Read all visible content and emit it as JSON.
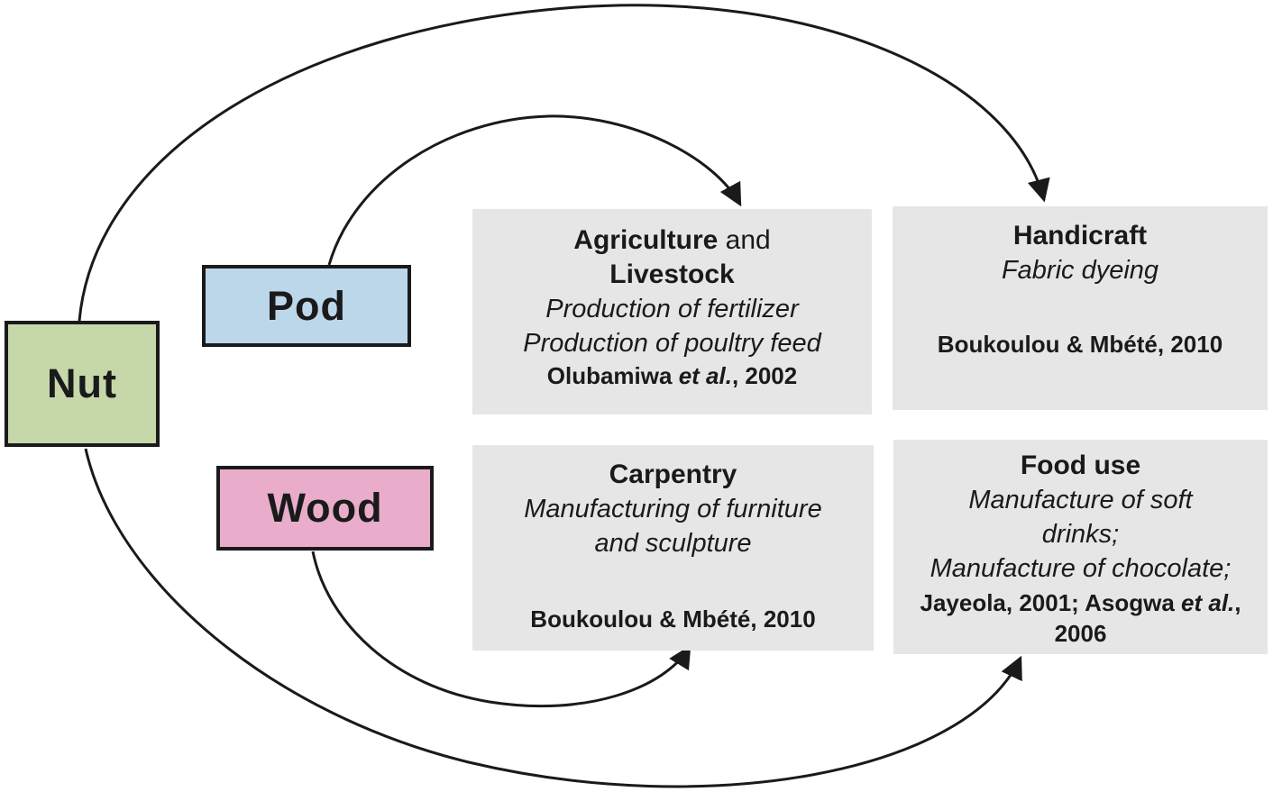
{
  "colors": {
    "background": "#ffffff",
    "panel_bg": "#e7e6e6",
    "box_border": "#1a1a1a",
    "arrow": "#1a1a1a",
    "nut_fill": "#c6d8aa",
    "pod_fill": "#bcd6ea",
    "wood_fill": "#e9accb"
  },
  "sources": {
    "nut": {
      "label": "Nut"
    },
    "pod": {
      "label": "Pod"
    },
    "wood": {
      "label": "Wood"
    }
  },
  "panels": {
    "agriculture": {
      "heading_bold": "Agriculture",
      "heading_and": " and",
      "heading_line2": "Livestock",
      "italic_lines": [
        "Production of fertilizer",
        "Production of poultry feed"
      ],
      "ref_pre": "Olubamiwa ",
      "ref_etal": "et al.",
      "ref_post": ", 2002"
    },
    "handicraft": {
      "heading": "Handicraft",
      "italic_lines": [
        "Fabric dyeing"
      ],
      "ref": "Boukoulou & Mbété, 2010"
    },
    "carpentry": {
      "heading": "Carpentry",
      "italic_lines": [
        "Manufacturing of furniture",
        "and sculpture"
      ],
      "ref": "Boukoulou & Mbété, 2010"
    },
    "food_use": {
      "heading": "Food use",
      "italic_lines": [
        "Manufacture of soft",
        "drinks;",
        "Manufacture of chocolate;"
      ],
      "ref_pre": "Jayeola, 2001; Asogwa ",
      "ref_etal": "et al.",
      "ref_post": ",",
      "ref_line2": "2006"
    }
  },
  "arrows": [
    {
      "from": "Nut",
      "to": "Handicraft"
    },
    {
      "from": "Pod",
      "to": "Agriculture and Livestock"
    },
    {
      "from": "Nut",
      "to": "Food use"
    },
    {
      "from": "Wood",
      "to": "Carpentry"
    }
  ]
}
